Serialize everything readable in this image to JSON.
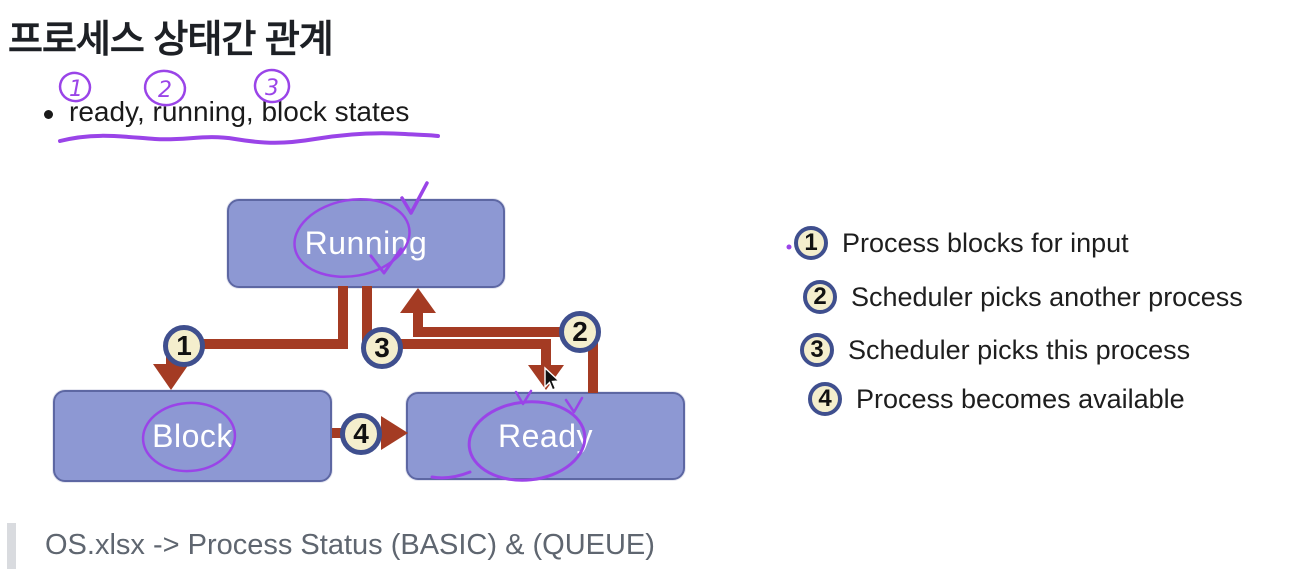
{
  "title": "프로세스 상태간 관계",
  "bullet": {
    "text": "ready, running, block states"
  },
  "annotations": {
    "circled": [
      "1",
      "2",
      "3"
    ]
  },
  "diagram": {
    "states": {
      "running": "Running",
      "block": "Block",
      "ready": "Ready"
    },
    "badges": [
      "1",
      "2",
      "3",
      "4"
    ]
  },
  "legend": {
    "items": [
      {
        "num": "1",
        "label": "Process blocks for input"
      },
      {
        "num": "2",
        "label": "Scheduler picks another process"
      },
      {
        "num": "3",
        "label": "Scheduler picks this process"
      },
      {
        "num": "4",
        "label": "Process becomes available"
      }
    ]
  },
  "footer": {
    "text": "OS.xlsx -> Process Status (BASIC) & (QUEUE)"
  },
  "colors": {
    "state_fill": "#8d98d3",
    "state_border": "#5d67a3",
    "state_text": "#ffffff",
    "arrow": "#a43b23",
    "badge_fill": "#f4eecd",
    "badge_border": "#3f4f8e",
    "ink": "#9a44e8",
    "footer_text": "#5f6670",
    "footer_bar": "#d9dbdf"
  }
}
